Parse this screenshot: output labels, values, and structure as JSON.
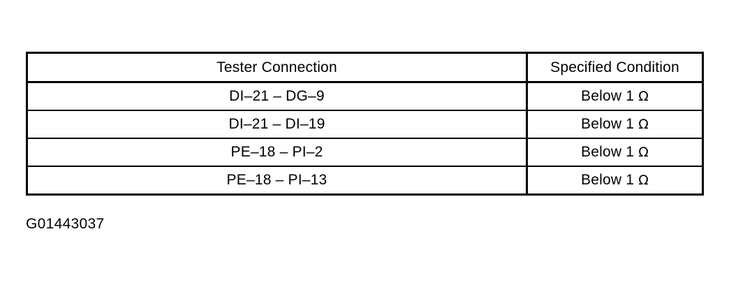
{
  "document": {
    "caption": "G01443037",
    "background_color": "#ffffff",
    "ink_color": "#000000"
  },
  "table": {
    "columns": [
      {
        "key": "tester_connection",
        "header": "Tester Connection"
      },
      {
        "key": "specified_condition",
        "header": "Specified Condition"
      }
    ],
    "rows": [
      {
        "tester_connection": "DI–21 – DG–9",
        "specified_condition": "Below 1 Ω"
      },
      {
        "tester_connection": "DI–21 – DI–19",
        "specified_condition": "Below 1 Ω"
      },
      {
        "tester_connection": "PE–18 – PI–2",
        "specified_condition": "Below 1 Ω"
      },
      {
        "tester_connection": "PE–18 – PI–13",
        "specified_condition": "Below 1 Ω"
      }
    ]
  }
}
